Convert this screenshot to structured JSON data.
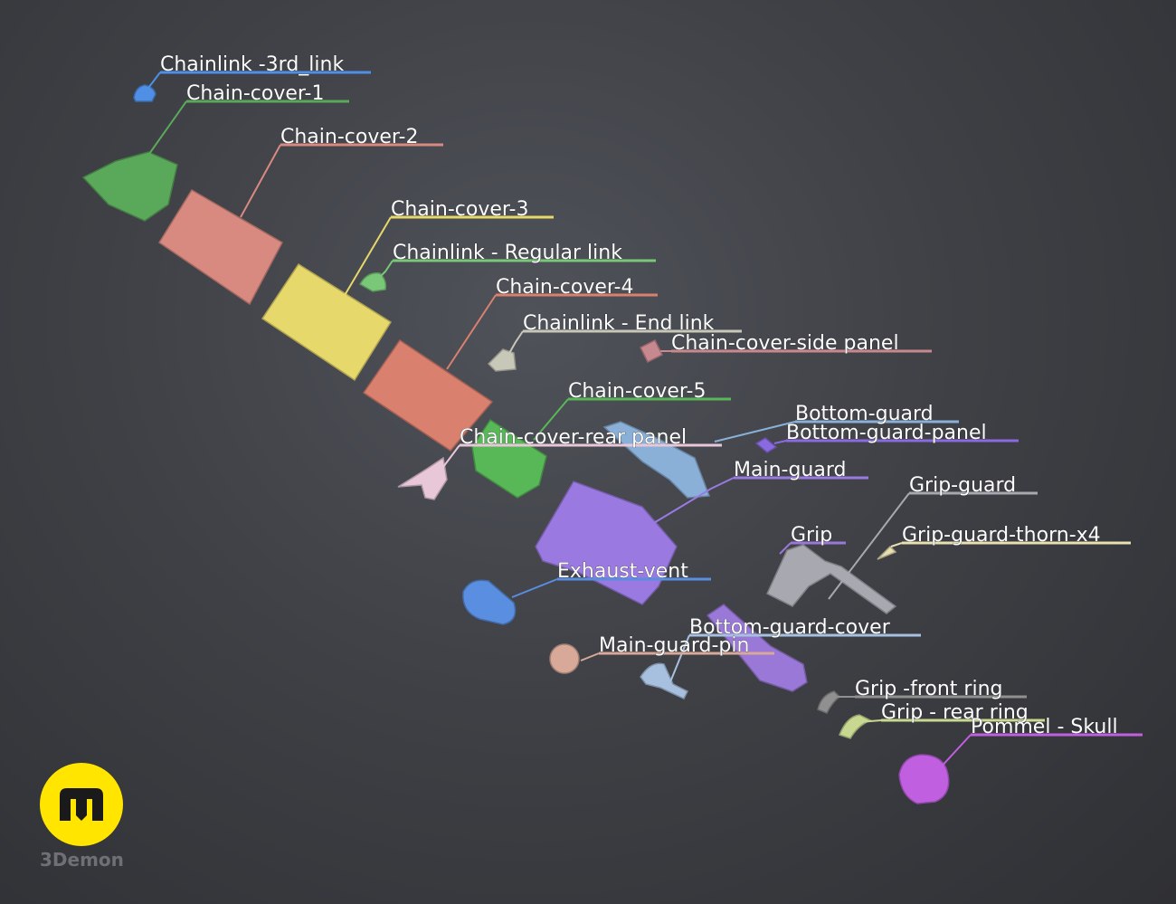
{
  "brand": {
    "name": "3Demon",
    "logo_color": "#ffe500"
  },
  "parts": [
    {
      "id": "chainlink-3rd-link",
      "label": "Chainlink -3rd_link",
      "color": "#4f8fe6"
    },
    {
      "id": "chain-cover-1",
      "label": "Chain-cover-1",
      "color": "#5aa85a"
    },
    {
      "id": "chain-cover-2",
      "label": "Chain-cover-2",
      "color": "#d98a80"
    },
    {
      "id": "chain-cover-3",
      "label": "Chain-cover-3",
      "color": "#e6d86a"
    },
    {
      "id": "chainlink-regular-link",
      "label": "Chainlink - Regular link",
      "color": "#78c878"
    },
    {
      "id": "chain-cover-4",
      "label": "Chain-cover-4",
      "color": "#d9806e"
    },
    {
      "id": "chainlink-end-link",
      "label": "Chainlink - End link",
      "color": "#c8c8b8"
    },
    {
      "id": "chain-cover-side-panel",
      "label": "Chain-cover-side panel",
      "color": "#c88890"
    },
    {
      "id": "chain-cover-5",
      "label": "Chain-cover-5",
      "color": "#58b858"
    },
    {
      "id": "chain-cover-rear-panel",
      "label": "Chain-cover-rear panel",
      "color": "#e8c8d8"
    },
    {
      "id": "bottom-guard",
      "label": "Bottom-guard",
      "color": "#8ab0d8"
    },
    {
      "id": "bottom-guard-panel",
      "label": "Bottom-guard-panel",
      "color": "#8a6ae0"
    },
    {
      "id": "main-guard",
      "label": "Main-guard",
      "color": "#9a7ae0"
    },
    {
      "id": "grip-guard",
      "label": "Grip-guard",
      "color": "#a8a8b0"
    },
    {
      "id": "grip",
      "label": "Grip",
      "color": "#9a78d8"
    },
    {
      "id": "grip-guard-thorn-x4",
      "label": "Grip-guard-thorn-x4",
      "color": "#e8e0b0"
    },
    {
      "id": "exhaust-vent",
      "label": "Exhaust-vent",
      "color": "#5a8ee0"
    },
    {
      "id": "bottom-guard-cover",
      "label": "Bottom-guard-cover",
      "color": "#a8c0e0"
    },
    {
      "id": "main-guard-pin",
      "label": "Main-guard-pin",
      "color": "#d8a898"
    },
    {
      "id": "grip-front-ring",
      "label": "Grip -front ring",
      "color": "#909090"
    },
    {
      "id": "grip-rear-ring",
      "label": "Grip - rear ring",
      "color": "#c8d890"
    },
    {
      "id": "pommel-skull",
      "label": "Pommel - Skull",
      "color": "#c060e0"
    }
  ]
}
